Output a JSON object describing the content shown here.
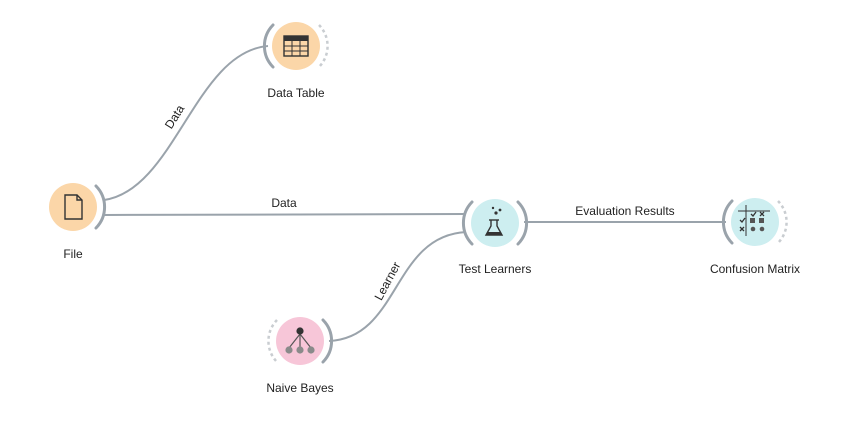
{
  "colors": {
    "file": "#fbd6a8",
    "data_table": "#fbd6a8",
    "test_learners": "#cdeef0",
    "confusion_matrix": "#cdeef0",
    "naive_bayes": "#f7c6d8",
    "link": "#9aa3ab"
  },
  "nodes": {
    "file": {
      "label": "File",
      "icon": "file-icon"
    },
    "data_table": {
      "label": "Data Table",
      "icon": "table-icon"
    },
    "test_learners": {
      "label": "Test Learners",
      "icon": "flask-icon"
    },
    "confusion_matrix": {
      "label": "Confusion Matrix",
      "icon": "confusion-matrix-icon"
    },
    "naive_bayes": {
      "label": "Naive Bayes",
      "icon": "naive-bayes-icon"
    }
  },
  "links": {
    "file_to_data_table": {
      "label": "Data"
    },
    "file_to_test_learners": {
      "label": "Data"
    },
    "naive_bayes_to_test_learners": {
      "label": "Learner"
    },
    "test_learners_to_confusion_matrix": {
      "label": "Evaluation Results"
    }
  }
}
